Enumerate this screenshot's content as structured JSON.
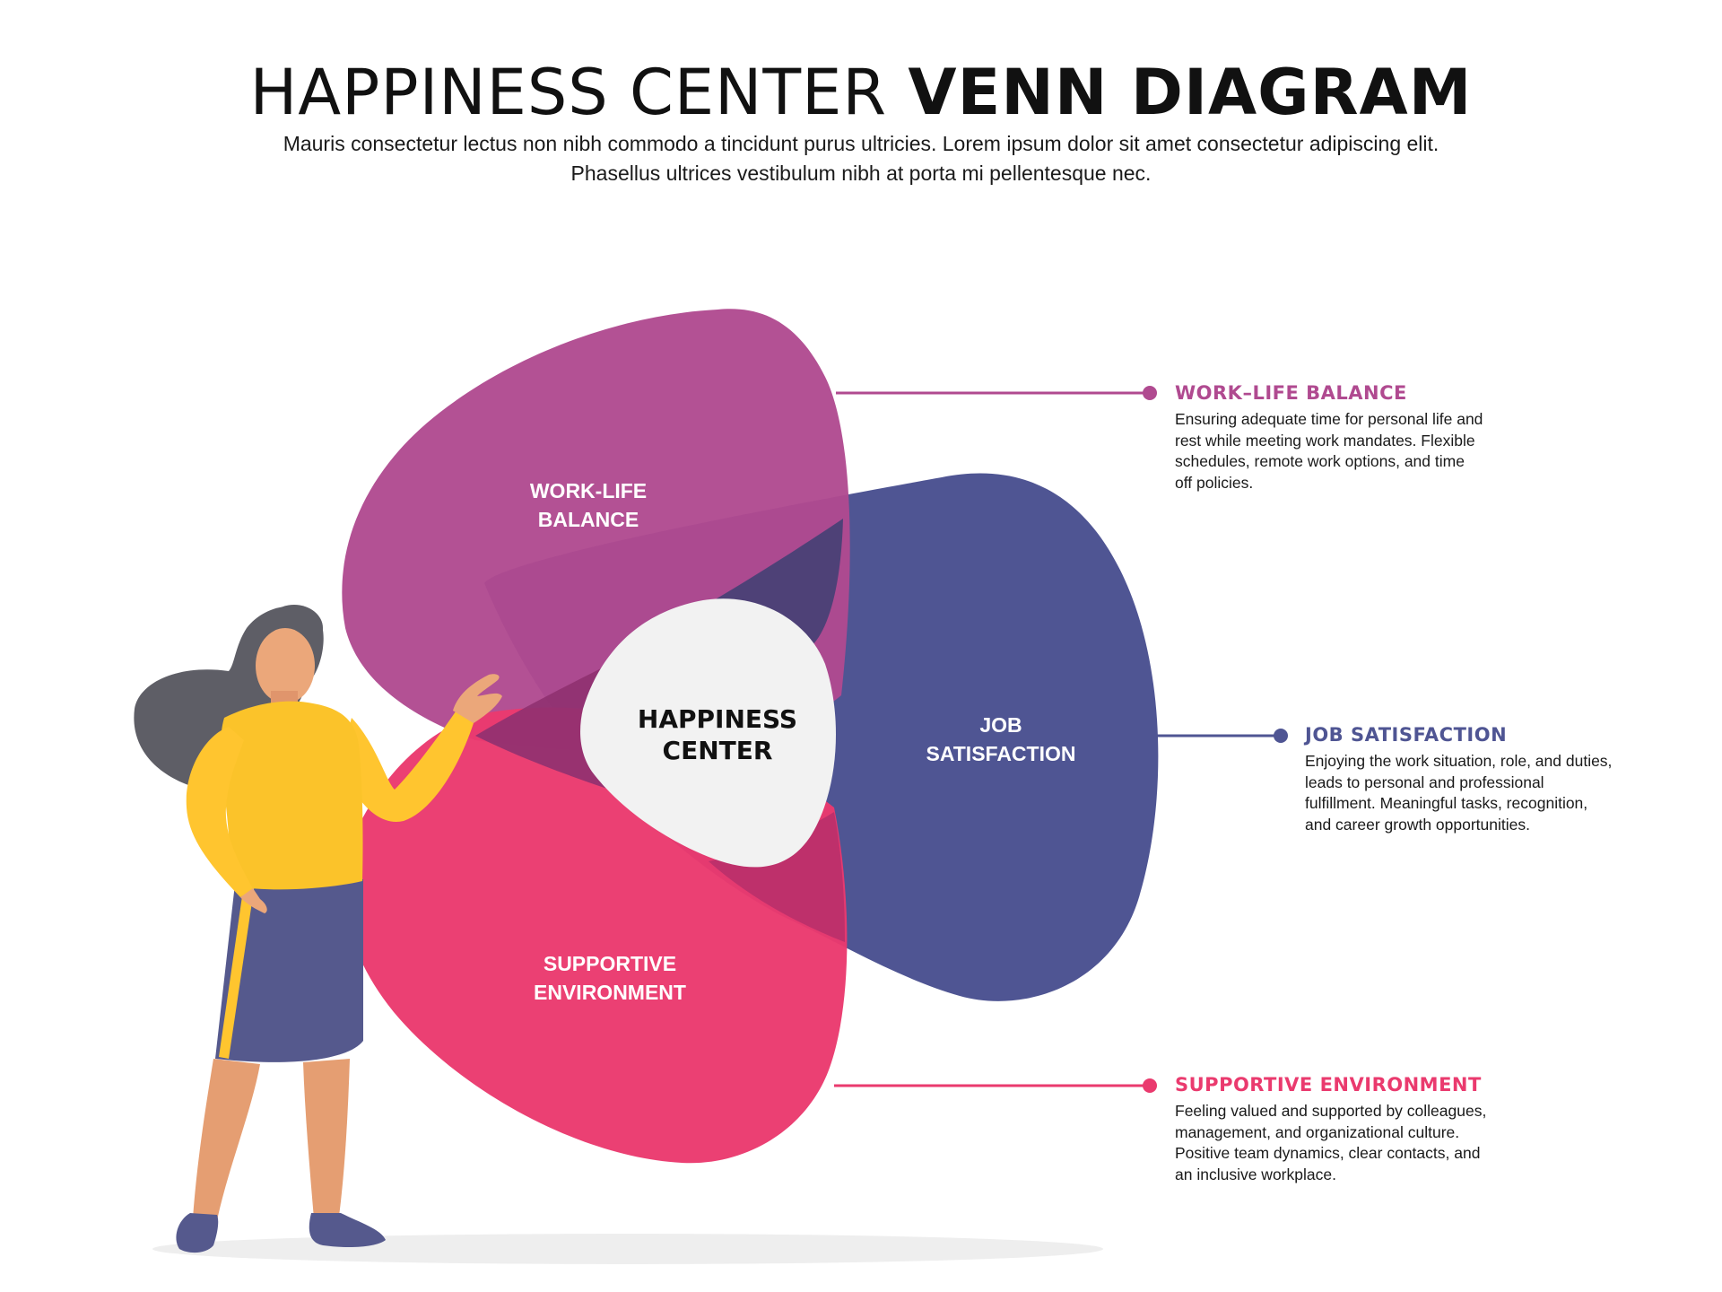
{
  "header": {
    "title_light": "HAPPINESS CENTER",
    "title_bold": "VENN DIAGRAM",
    "subtitle": "Mauris consectetur lectus non nibh commodo a tincidunt purus ultricies. Lorem ipsum dolor sit amet consectetur adipiscing elit. Phasellus ultrices vestibulum nibh at porta mi pellentesque nec."
  },
  "colors": {
    "work_life": "#b04a90",
    "job": "#4f5593",
    "supportive": "#ea3a6e",
    "center": "#f2f2f2"
  },
  "diagram": {
    "center_label_line1": "HAPPINESS",
    "center_label_line2": "CENTER",
    "sets": [
      {
        "label_line1": "WORK-LIFE",
        "label_line2": "BALANCE"
      },
      {
        "label_line1": "JOB",
        "label_line2": "SATISFACTION"
      },
      {
        "label_line1": "SUPPORTIVE",
        "label_line2": "ENVIRONMENT"
      }
    ]
  },
  "callouts": [
    {
      "heading": "WORK–LIFE BALANCE",
      "body": "Ensuring adequate time for personal life and rest while meeting work mandates. Flexible schedules, remote work options, and time off policies."
    },
    {
      "heading": "JOB SATISFACTION",
      "body": "Enjoying the work situation, role, and duties, leads to personal and professional fulfillment. Meaningful tasks, recognition, and career growth opportunities."
    },
    {
      "heading": "SUPPORTIVE ENVIRONMENT",
      "body": "Feeling valued and supported by colleagues, management, and organizational culture. Positive team dynamics, clear contacts, and an inclusive workplace."
    }
  ]
}
